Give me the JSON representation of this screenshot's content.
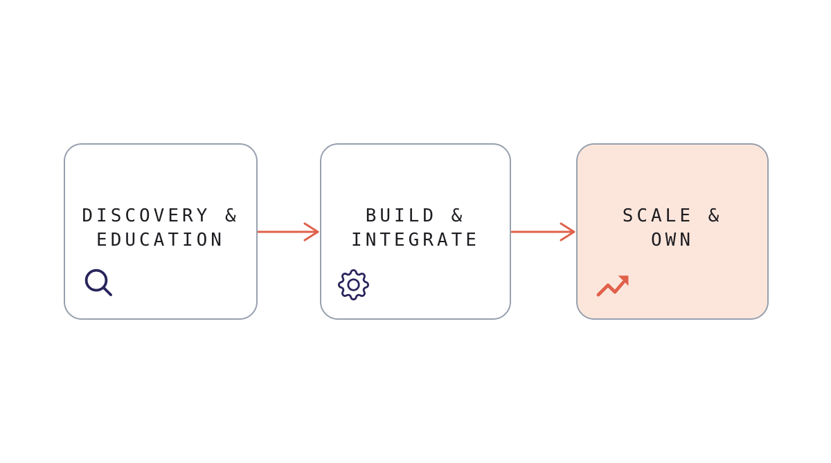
{
  "diagram": {
    "type": "process-flow",
    "direction": "left-to-right",
    "steps": [
      {
        "line1": "DISCOVERY &",
        "line2": "EDUCATION",
        "icon": "magnifier-icon",
        "highlighted": false
      },
      {
        "line1": "BUILD &",
        "line2": "INTEGRATE",
        "icon": "gear-icon",
        "highlighted": false
      },
      {
        "line1": "SCALE &",
        "line2": "OWN",
        "icon": "trending-up-icon",
        "highlighted": true
      }
    ],
    "connectors": [
      {
        "from": "DISCOVERY & EDUCATION",
        "to": "BUILD & INTEGRATE",
        "style": "arrow-right"
      },
      {
        "from": "BUILD & INTEGRATE",
        "to": "SCALE & OWN",
        "style": "arrow-right"
      }
    ]
  },
  "colors": {
    "background": "#ffffff",
    "box_fill": "#ffffff",
    "box_border": "#97a0ad",
    "highlight_fill": "#fce6dc",
    "text": "#1d1c21",
    "icon_navy": "#29245c",
    "arrow_coral": "#e0604a"
  }
}
